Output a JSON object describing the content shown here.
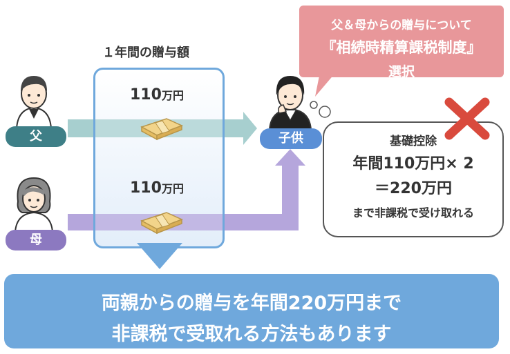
{
  "heading": "１年間の贈与額",
  "father_label": "父",
  "mother_label": "母",
  "child_label": "子供",
  "father_amount": {
    "value": "110",
    "unit": "万円"
  },
  "mother_amount": {
    "value": "110",
    "unit": "万円"
  },
  "callout": {
    "line1": "父＆母からの贈与について",
    "line2": "『相続時精算課税制度』",
    "line3": "選択"
  },
  "bubble": {
    "line1": "基礎控除",
    "line2": "年間110万円× 2",
    "line3": "＝220万円",
    "line4": "まで非課税で受け取れる"
  },
  "banner": {
    "line1": "両親からの贈与を年間220万円まで",
    "line2": "非課税で受取れる方法もあります"
  },
  "colors": {
    "father_pill": "#3e7f87",
    "mother_pill": "#8c79c0",
    "child_pill": "#5a8fd6",
    "father_arrow": "#a7cfcf",
    "mother_arrow": "#b5a6dc",
    "box_border": "#6fa8dc",
    "banner": "#6fa8dc",
    "callout": "#e8979a",
    "cross": "#d94a3d"
  },
  "icons": [
    "father-icon",
    "mother-icon",
    "child-icon",
    "money-bundle-icon",
    "cross-icon",
    "down-arrow-icon"
  ]
}
